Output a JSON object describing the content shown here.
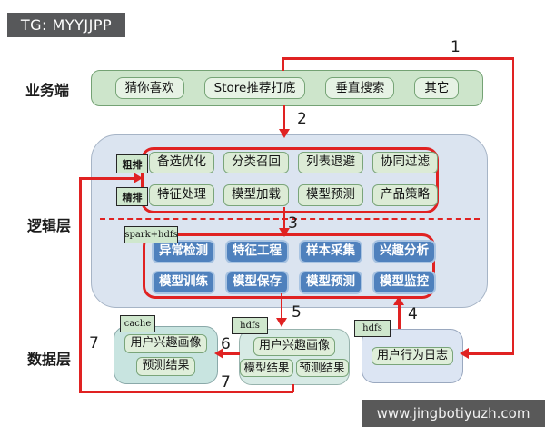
{
  "badge": {
    "text": "TG: MYYJJPP"
  },
  "watermark": {
    "text": "www.jingbotiyuzh.com"
  },
  "layers": {
    "business": "业务端",
    "logic": "逻辑层",
    "data": "数据层"
  },
  "business": {
    "items": [
      "猜你喜欢",
      "Store推荐打底",
      "垂直搜索",
      "其它"
    ]
  },
  "logic": {
    "coarse_tag": "粗排",
    "fine_tag": "精排",
    "coarse_items": [
      "备选优化",
      "分类召回",
      "列表退避",
      "协同过滤"
    ],
    "fine_items": [
      "特征处理",
      "模型加载",
      "模型预测",
      "产品策略"
    ],
    "spark_tag": "spark+hdfs",
    "offline_items_row1": [
      "异常检测",
      "特征工程",
      "样本采集",
      "兴趣分析"
    ],
    "offline_items_row2": [
      "模型训练",
      "模型保存",
      "模型预测",
      "模型监控"
    ]
  },
  "data_layer": {
    "cache_tag": "cache",
    "cache_box": [
      "用户兴趣画像",
      "预测结果"
    ],
    "hdfs_tag": "hdfs",
    "hdfs_box_top": "用户兴趣画像",
    "hdfs_box_bottom": [
      "模型结果",
      "预测结果"
    ],
    "log_tag": "hdfs",
    "log_box": "用户行为日志"
  },
  "flows": {
    "n1": "1",
    "n2": "2",
    "n3": "3",
    "n4": "4",
    "n5": "5",
    "n6": "6",
    "n7_left": "7",
    "n7_bottom": "7"
  },
  "colors": {
    "flow_red": "#e02222",
    "node_blue": "#4f81bd",
    "node_green_light": "#dcebd6",
    "business_green": "#cde5cb",
    "logic_bg": "#dbe4f0",
    "data_teal": "#c8e4e0",
    "badge_gray": "#57585a"
  }
}
